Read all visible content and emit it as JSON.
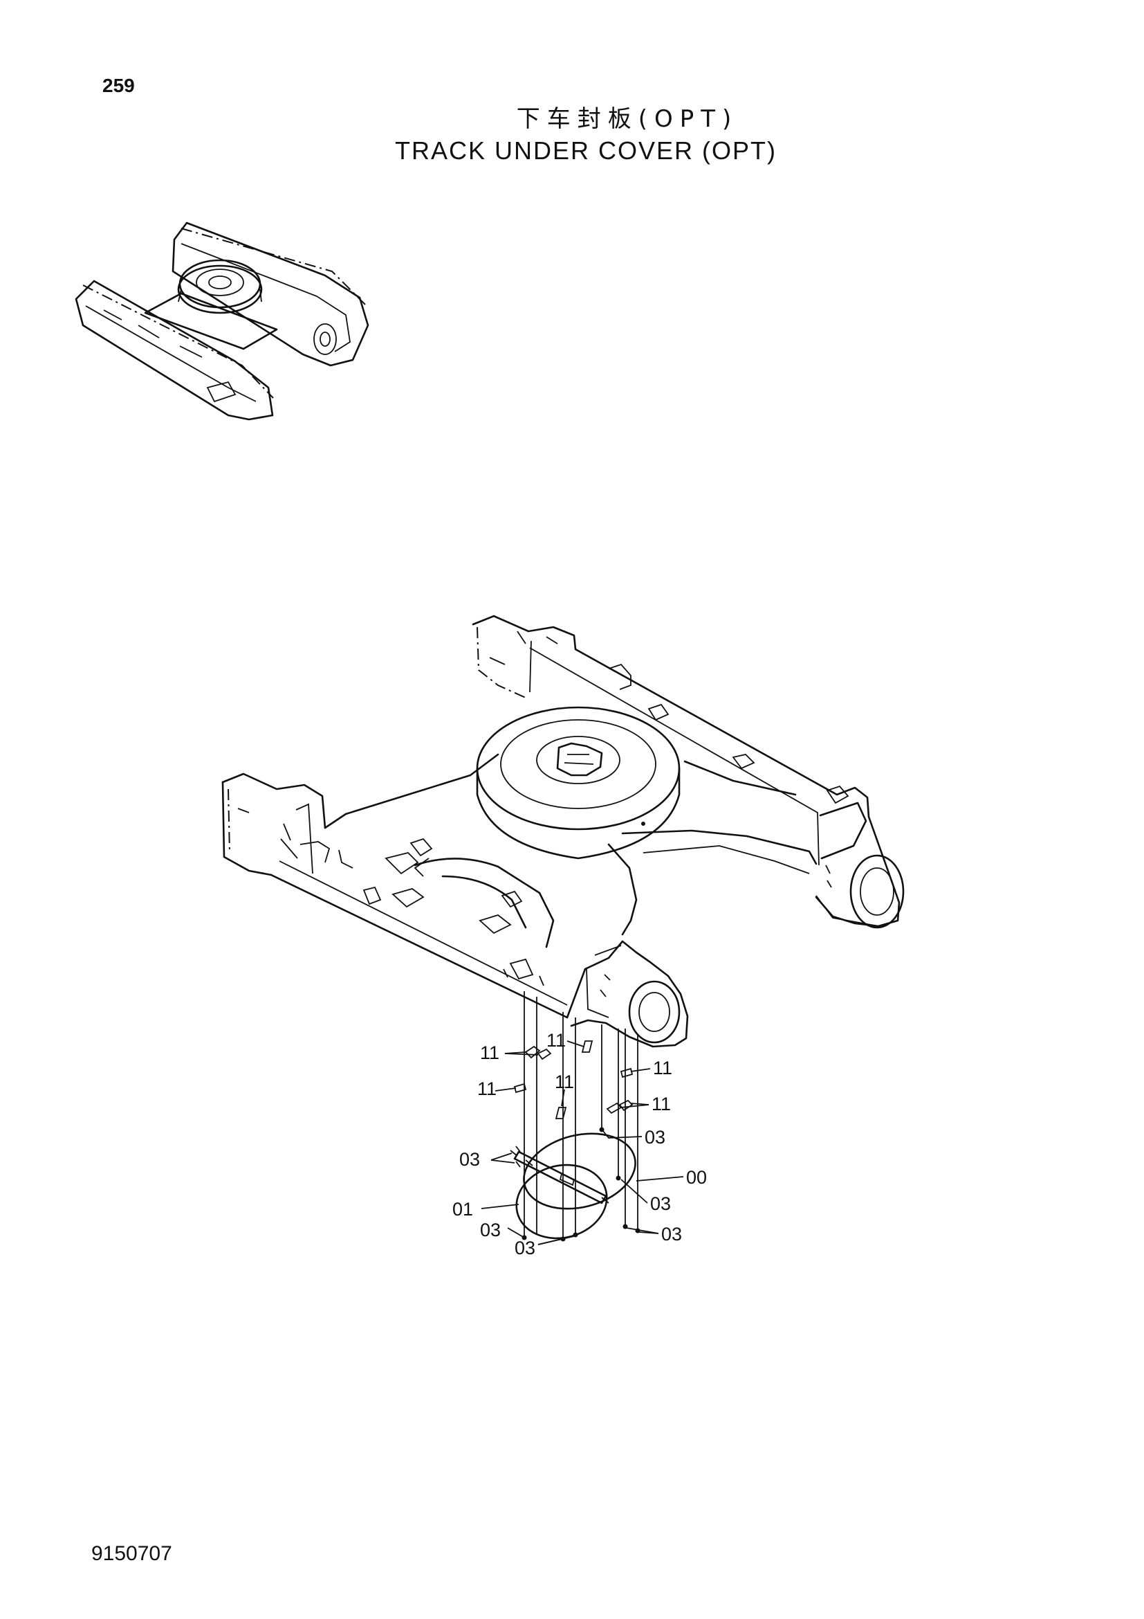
{
  "page_number": "259",
  "title": {
    "chinese": "下车封板(OPT)",
    "english": "TRACK UNDER COVER (OPT)"
  },
  "document_code": "9150707",
  "callouts": {
    "c11_a": "11",
    "c11_b": "11",
    "c11_c": "11",
    "c11_d": "11",
    "c11_e": "11",
    "c11_f": "11",
    "c03_a": "03",
    "c03_b": "03",
    "c03_c": "03",
    "c03_d": "03",
    "c03_e": "03",
    "c03_f": "03",
    "c00": "00",
    "c01": "01"
  }
}
